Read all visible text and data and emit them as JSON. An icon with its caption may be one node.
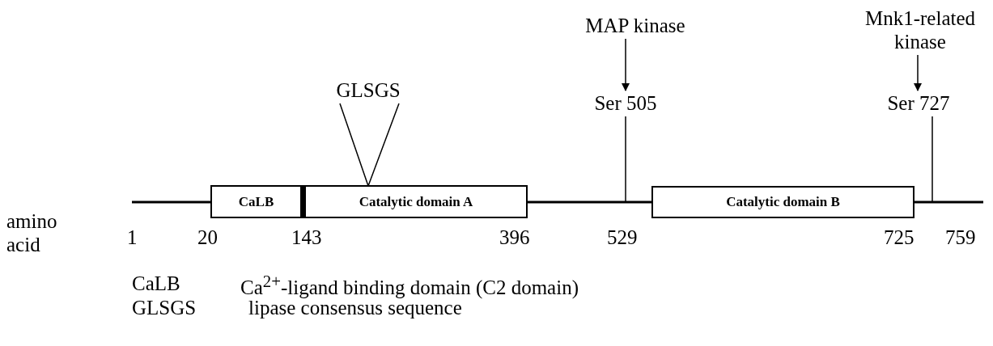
{
  "diagram": {
    "nodes": [
      {
        "text": [
          "CaLB"
        ]
      },
      {
        "text": [
          "Catalytic domain A"
        ]
      },
      {
        "text": [
          "Catalytic domain B"
        ]
      },
      {
        "text": [
          "GLSGS"
        ]
      },
      {
        "text": [
          "MAP kinase"
        ]
      },
      {
        "text": [
          "Ser 505"
        ]
      },
      {
        "text": [
          "Mnk1-related kinase"
        ]
      },
      {
        "text": [
          "Ser 727"
        ]
      }
    ],
    "edges": [
      {
        "from": 3,
        "to": 1,
        "arrow": "none"
      },
      {
        "from": 4,
        "to": 5,
        "arrow": "to"
      },
      {
        "from": 5,
        "to": null,
        "arrow": "none"
      },
      {
        "from": 6,
        "to": 7,
        "arrow": "to"
      },
      {
        "from": 7,
        "to": null,
        "arrow": "none"
      }
    ],
    "labels": [
      "amino acid",
      "1",
      "20",
      "143",
      "396",
      "529",
      "725",
      "759",
      "CaLB",
      "Ca$^{2+}$-ligand binding domain (C2 domain)",
      "GLSGS",
      "lipase consensus sequence"
    ]
  }
}
